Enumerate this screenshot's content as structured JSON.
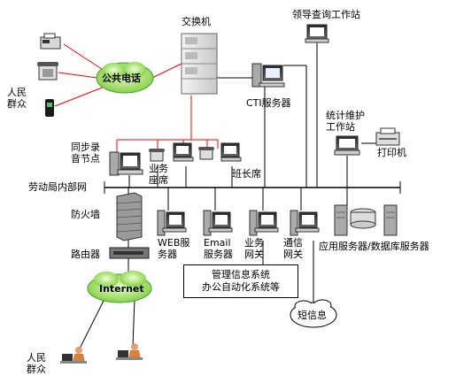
{
  "labels": {
    "switch": "交换机",
    "leader_ws": "领导查询工作站",
    "public_phone": "公共电话",
    "citizens_top": "人民\n群众",
    "cti_server": "CTI服务器",
    "stats_ws": "统计维护\n工作站",
    "printer": "打印机",
    "sync_rec": "同步录\n音节点",
    "agent_seat": "业务\n座席",
    "team_lead": "班长席",
    "intranet": "劳动局内部网",
    "firewall": "防火墙",
    "web_server": "WEB服\n务器",
    "email_server": "Email\n服务器",
    "biz_gateway": "业务\n网关",
    "comm_gateway": "通信\n网关",
    "app_db_server": "应用服务器/数据库服务器",
    "router": "路由器",
    "mis_note": "管理信息系统\n办公自动化系统等",
    "internet": "Internet",
    "sms": "短信息",
    "citizens_bottom": "人民\n群众"
  },
  "colors": {
    "phone_link": "#ff0000",
    "network_line": "#000000",
    "cloud_green": "#9bdc4a",
    "cloud_border": "#3aa03a"
  }
}
